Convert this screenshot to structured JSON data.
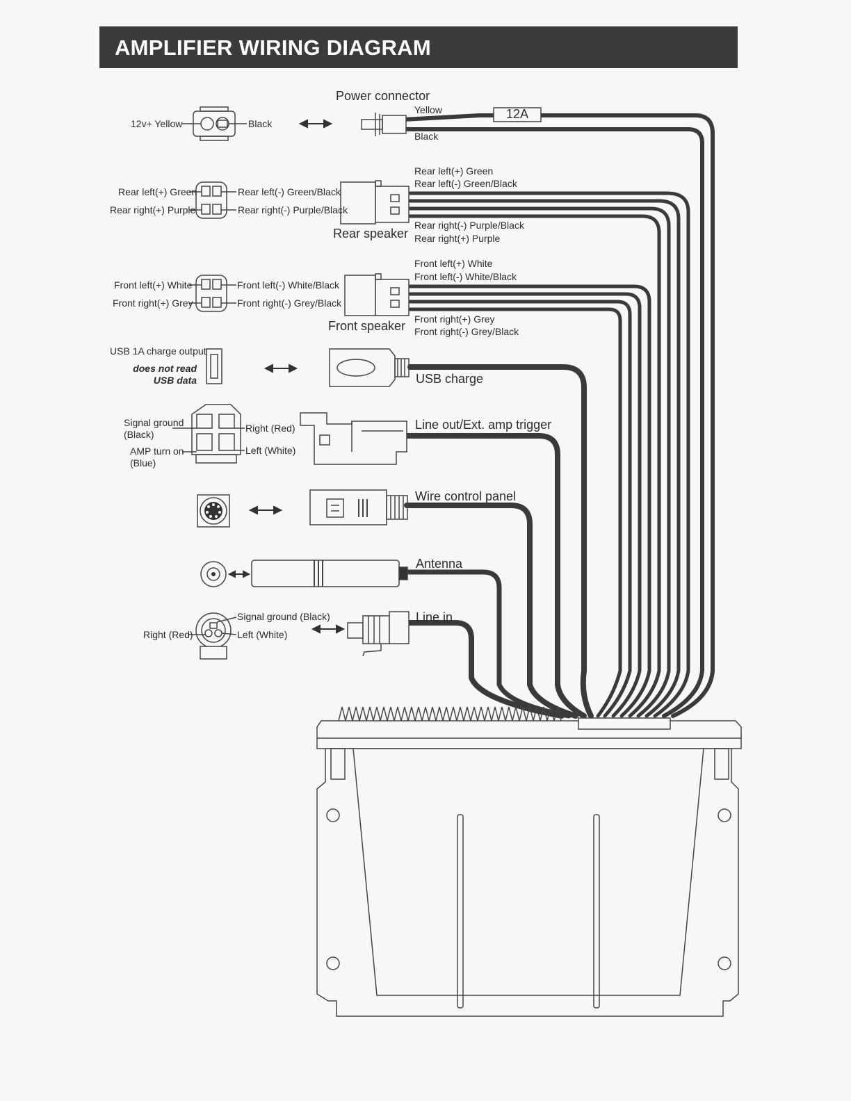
{
  "header": {
    "title": "AMPLIFIER WIRING DIAGRAM"
  },
  "power": {
    "title": "Power connector",
    "yellow": "Yellow",
    "black": "Black",
    "fuse": "12A",
    "left_yellow": "12v+ Yellow",
    "left_black": "Black"
  },
  "rear": {
    "title": "Rear speaker",
    "w1": "Rear left(+) Green",
    "w2": "Rear left(-) Green/Black",
    "w3": "Rear right(-) Purple/Black",
    "w4": "Rear right(+) Purple",
    "l1": "Rear left(+) Green",
    "l2": "Rear right(+) Purple",
    "r1": "Rear left(-) Green/Black",
    "r2": "Rear right(-) Purple/Black"
  },
  "front": {
    "title": "Front speaker",
    "w1": "Front left(+) White",
    "w2": "Front left(-) White/Black",
    "w3": "Front right(+) Grey",
    "w4": "Front right(-) Grey/Black",
    "l1": "Front left(+) White",
    "l2": "Front right(+) Grey",
    "r1": "Front left(-) White/Black",
    "r2": "Front right(-) Grey/Black"
  },
  "usb": {
    "title": "USB charge",
    "output": "USB 1A charge output",
    "note1": "does not read",
    "note2": "USB data"
  },
  "lineout": {
    "title": "Line out/Ext. amp trigger",
    "sig1": "Signal ground",
    "sig2": "(Black)",
    "amp1": "AMP turn on",
    "amp2": "(Blue)",
    "right": "Right (Red)",
    "left": "Left (White)"
  },
  "wire_panel": {
    "title": "Wire control panel"
  },
  "antenna": {
    "title": "Antenna"
  },
  "linein": {
    "title": "Line in",
    "sig": "Signal ground (Black)",
    "left": "Left (White)",
    "right": "Right (Red)"
  },
  "colors": {
    "header_bg": "#3b3b3d",
    "wire": "#3a3a3a",
    "line": "#444444"
  }
}
